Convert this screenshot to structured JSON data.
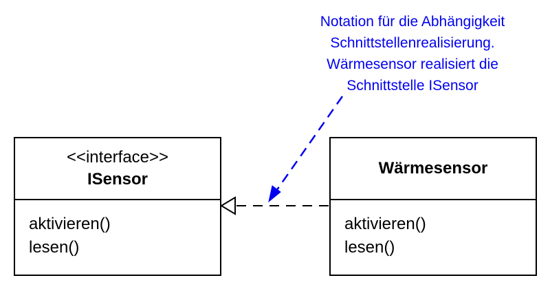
{
  "diagram": {
    "interface_class": {
      "stereotype": "<<interface>>",
      "name": "ISensor",
      "operations": [
        "aktivieren()",
        "lesen()"
      ]
    },
    "implementing_class": {
      "name": "Wärmesensor",
      "operations": [
        "aktivieren()",
        "lesen()"
      ]
    },
    "relationship": {
      "type": "realization",
      "from": "Wärmesensor",
      "to": "ISensor"
    },
    "annotation": {
      "lines": [
        "Notation für die Abhängigkeit",
        "Schnittstellenrealisierung.",
        "Wärmesensor realisiert die",
        "Schnittstelle ISensor"
      ],
      "color": "#0000ee"
    }
  }
}
